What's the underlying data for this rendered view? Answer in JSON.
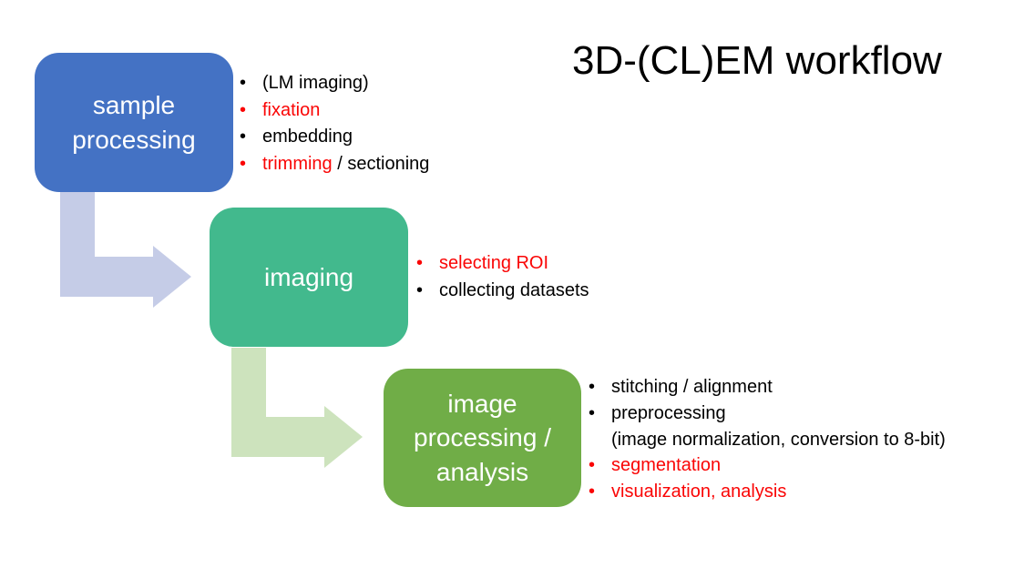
{
  "title": "3D-(CL)EM workflow",
  "colors": {
    "background": "#ffffff",
    "title_text": "#000000",
    "box_text": "#ffffff",
    "step1_box": "#4472c4",
    "step2_box": "#42b98d",
    "step3_box": "#70ad47",
    "arrow1": "#c5cce7",
    "arrow2": "#cde3bd",
    "bullet_black": "#000000",
    "bullet_red": "#fa0505"
  },
  "steps": [
    {
      "id": "sample-processing",
      "label": "sample\nprocessing",
      "bullets": [
        {
          "bullet_color": "black",
          "segments": [
            {
              "text": "(LM imaging)",
              "color": "black"
            }
          ]
        },
        {
          "bullet_color": "red",
          "segments": [
            {
              "text": "fixation",
              "color": "red"
            }
          ]
        },
        {
          "bullet_color": "black",
          "segments": [
            {
              "text": "embedding",
              "color": "black"
            }
          ]
        },
        {
          "bullet_color": "red",
          "segments": [
            {
              "text": "trimming",
              "color": "red"
            },
            {
              "text": " / sectioning",
              "color": "black"
            }
          ]
        }
      ]
    },
    {
      "id": "imaging",
      "label": "imaging",
      "bullets": [
        {
          "bullet_color": "red",
          "segments": [
            {
              "text": "selecting ROI",
              "color": "red"
            }
          ]
        },
        {
          "bullet_color": "black",
          "segments": [
            {
              "text": "collecting datasets",
              "color": "black"
            }
          ]
        }
      ]
    },
    {
      "id": "image-processing-analysis",
      "label": "image\nprocessing /\nanalysis",
      "bullets": [
        {
          "bullet_color": "black",
          "segments": [
            {
              "text": "stitching / alignment",
              "color": "black"
            }
          ]
        },
        {
          "bullet_color": "black",
          "segments": [
            {
              "text": "preprocessing",
              "color": "black"
            }
          ]
        },
        {
          "no_bullet": true,
          "segments": [
            {
              "text": "(image normalization, conversion to 8-bit)",
              "color": "black"
            }
          ]
        },
        {
          "bullet_color": "red",
          "segments": [
            {
              "text": "segmentation",
              "color": "red"
            }
          ]
        },
        {
          "bullet_color": "red",
          "segments": [
            {
              "text": "visualization, analysis",
              "color": "red"
            }
          ]
        }
      ]
    }
  ]
}
